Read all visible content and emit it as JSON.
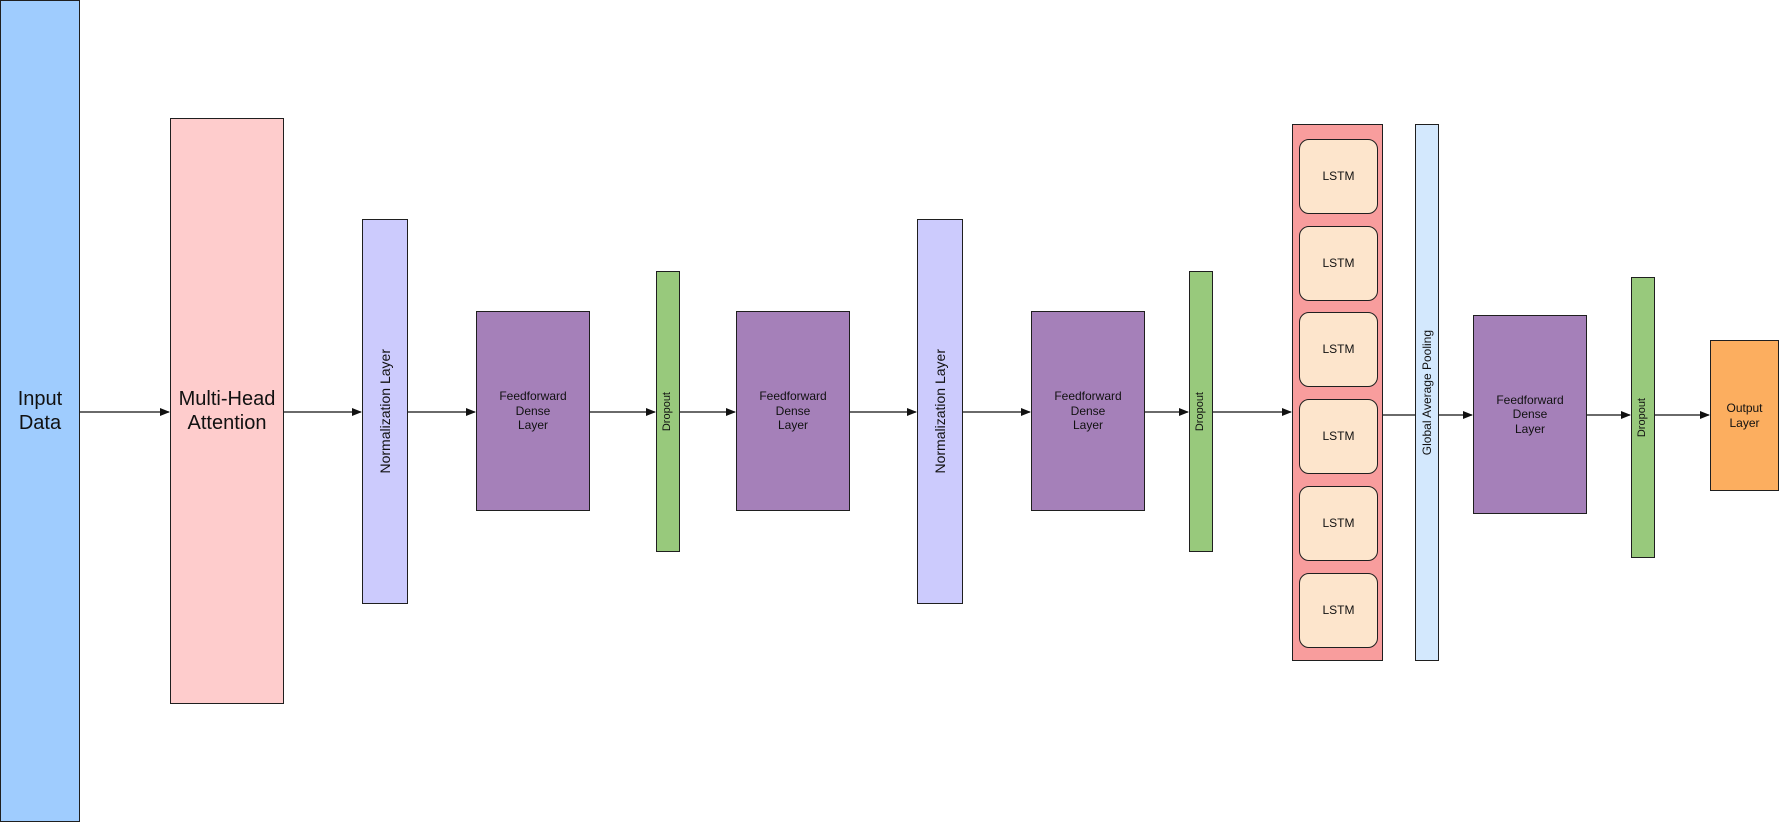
{
  "blocks": {
    "input": "Input\nData",
    "mha": "Multi-Head\nAttention",
    "norm1": "Normalization Layer",
    "ff1": "Feedforward\nDense\nLayer",
    "drop1": "Dropout",
    "ff2": "Feedforward\nDense\nLayer",
    "norm2": "Normalization Layer",
    "ff3": "Feedforward\nDense\nLayer",
    "drop2": "Dropout",
    "lstm": [
      "LSTM",
      "LSTM",
      "LSTM",
      "LSTM",
      "LSTM",
      "LSTM"
    ],
    "gap": "Global Average Pooling",
    "ff4": "Feedforward\nDense\nLayer",
    "drop3": "Dropout",
    "out": "Output\nLayer"
  },
  "colors": {
    "input": "#9fccfe",
    "mha": "#fecccc",
    "norm": "#cccbfd",
    "ff": "#a580b9",
    "drop": "#98c97c",
    "lstm_group": "#f89d9d",
    "lstm_cell": "#fde5cc",
    "gap": "#d3e8fd",
    "out": "#fcae5f"
  }
}
